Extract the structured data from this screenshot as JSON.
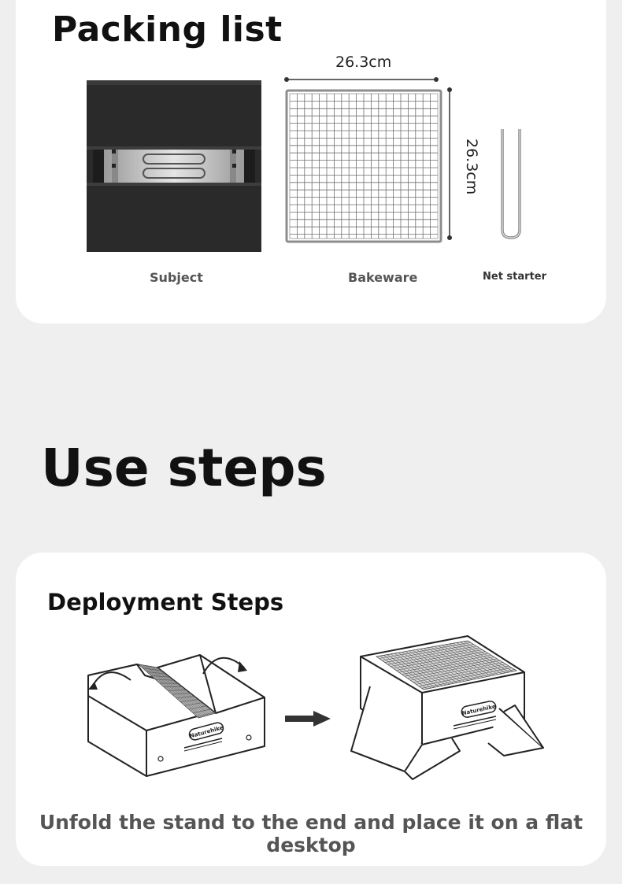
{
  "packing": {
    "title": "Packing list",
    "dim_width": "26.3cm",
    "dim_height": "26.3cm",
    "items": [
      {
        "label": "Subject"
      },
      {
        "label": "Bakeware"
      },
      {
        "label": "Net starter"
      }
    ]
  },
  "steps": {
    "title": "Use steps",
    "subtitle": "Deployment Steps",
    "brand_label": "Naturehike",
    "caption": "Unfold the stand to the end and place it on a flat desktop"
  },
  "colors": {
    "background": "#efefef",
    "card": "#ffffff",
    "subject_body": "#2b2b2b",
    "metal": "#c8c8c8"
  }
}
